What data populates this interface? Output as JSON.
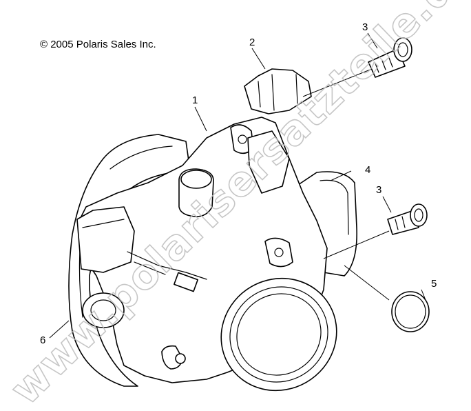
{
  "copyright": "© 2005 Polaris Sales Inc.",
  "watermark": "www.polarisersatzteile.de",
  "callouts": [
    {
      "id": "1",
      "label": "1"
    },
    {
      "id": "2",
      "label": "2"
    },
    {
      "id": "3a",
      "label": "3"
    },
    {
      "id": "3b",
      "label": "3"
    },
    {
      "id": "4",
      "label": "4"
    },
    {
      "id": "5",
      "label": "5"
    },
    {
      "id": "6",
      "label": "6"
    }
  ]
}
